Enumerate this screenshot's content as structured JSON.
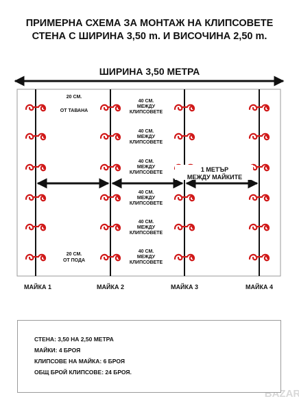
{
  "title": {
    "line1": "ПРИМЕРНА СХЕМА ЗА МОНТАЖ НА КЛИПСОВЕТЕ",
    "line2": "СТЕНА С ШИРИНА 3,50 m. И ВИСОЧИНА 2,50 m."
  },
  "width_label": "ШИРИНА 3,50 МЕТРА",
  "annotations": {
    "top_gap": [
      "20 СМ.",
      "ОТ ТАВАНА"
    ],
    "bottom_gap": [
      "20 СМ.",
      "ОТ ПОДА"
    ],
    "clip_gap": [
      "40 СМ.",
      "МЕЖДУ",
      "КЛИПСОВЕТЕ"
    ],
    "post_gap": [
      "1 МЕТЪР",
      "МЕЖДУ МАЙКИТЕ"
    ]
  },
  "posts": [
    "МАЙКА 1",
    "МАЙКА 2",
    "МАЙКА 3",
    "МАЙКА 4"
  ],
  "clips_per_post": 6,
  "colors": {
    "clip": "#d01818",
    "line": "#111111",
    "border": "#9a9a9a"
  },
  "summary": [
    "СТЕНА: 3,50 НА 2,50 МЕТРА",
    "МАЙКИ: 4 БРОЯ",
    "КЛИПСОВЕ НА МАЙКА: 6 БРОЯ",
    "ОБЩ БРОЙ КЛИПСОВЕ: 24 БРОЯ."
  ],
  "watermark": "BAZAR"
}
